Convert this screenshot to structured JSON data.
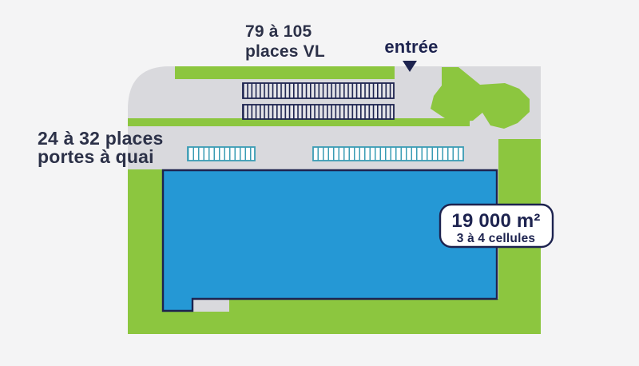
{
  "colors": {
    "background": "#f4f4f5",
    "pavement": "#d9d9dd",
    "grass": "#8cc63f",
    "building_fill": "#2598d5",
    "navy": "#1d234f",
    "text_secondary": "#2c3148",
    "teal": "#3a9cb4",
    "stall_fill": "#e4e4e8",
    "stall_fill_teal": "#ffffff",
    "badge_bg": "#ffffff"
  },
  "labels": {
    "vl_places": {
      "line1": "79 à 105",
      "line2": "places VL"
    },
    "entrance": "entrée",
    "dock_places": {
      "line1": "24 à 32 places",
      "line2": "portes à quai"
    },
    "badge": {
      "area": "19 000 m²",
      "cells": "3 à 4 cellules"
    }
  }
}
